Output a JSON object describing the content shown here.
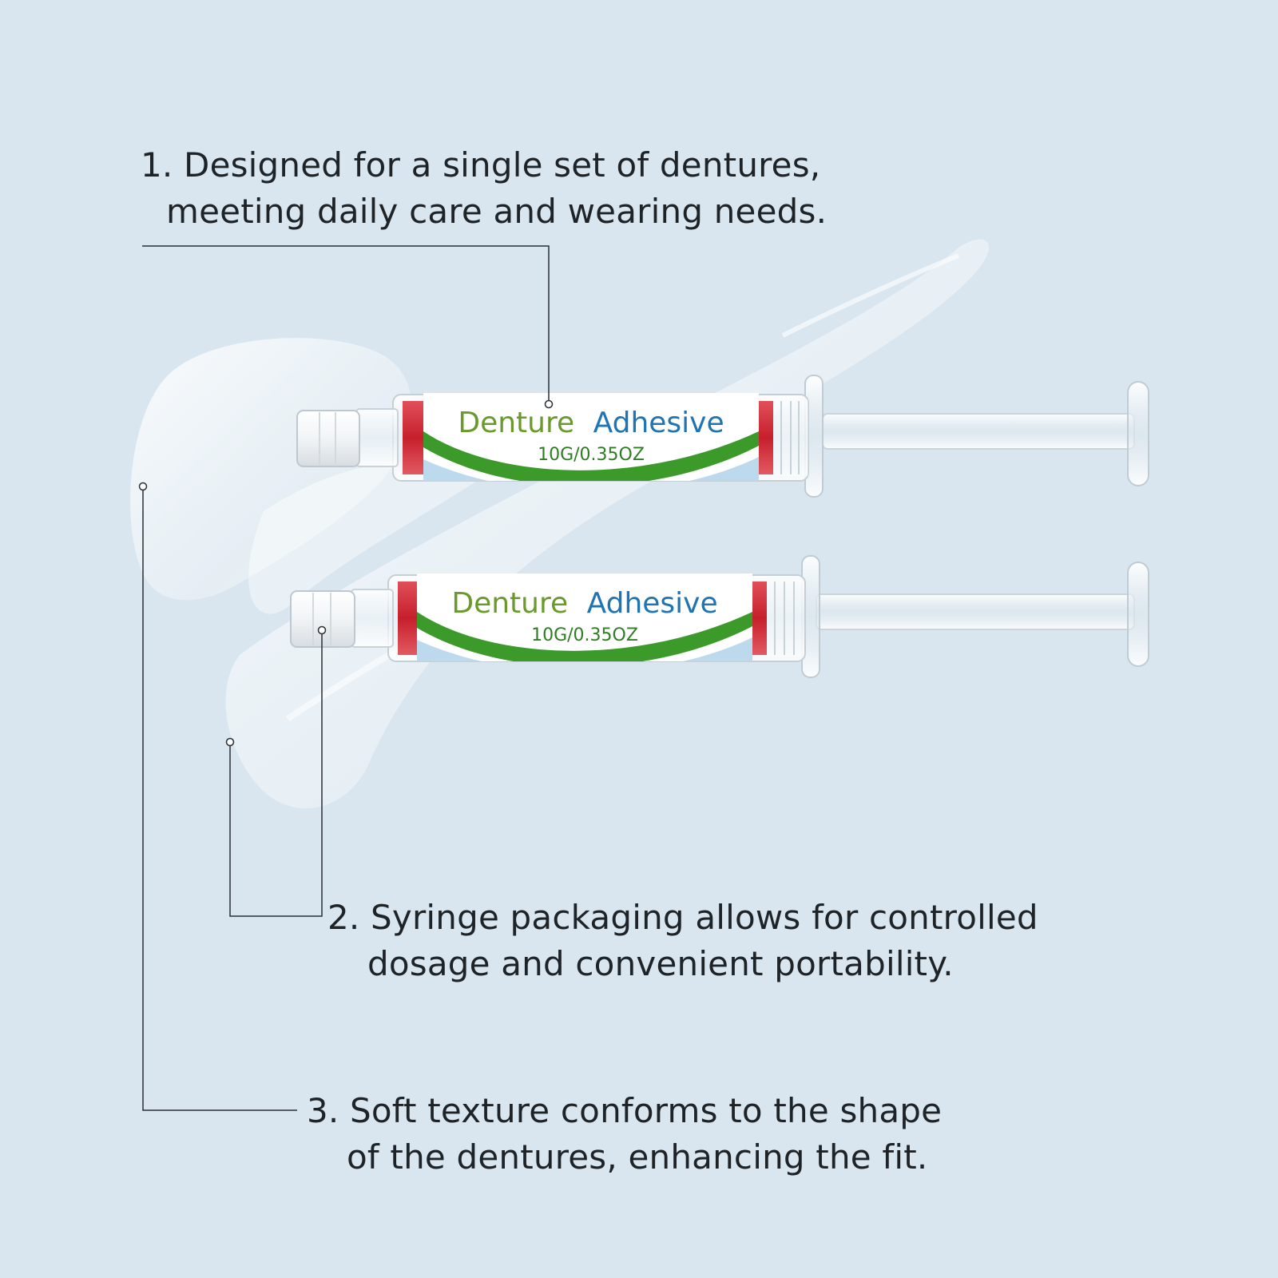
{
  "callouts": [
    {
      "lines": [
        "1. Designed for a single set of dentures,",
        "meeting daily care and wearing needs."
      ]
    },
    {
      "lines": [
        "2. Syringe packaging allows for controlled",
        "dosage and convenient portability."
      ]
    },
    {
      "lines": [
        "3. Soft texture conforms to the shape",
        "of the dentures, enhancing the fit."
      ]
    }
  ],
  "product": {
    "brand_word_1": "Denture",
    "brand_word_2": "Adhesive",
    "weight": "10G/0.35OZ"
  },
  "colors": {
    "background": "#d9e6ef",
    "brand_green": "#6a9a2c",
    "brand_blue": "#1f74b4",
    "label_swoosh_green": "#3b9a2a",
    "label_swoosh_blue": "#bcd9ee",
    "gel_red": "#c61f2c",
    "leader_line": "#2a2f35"
  }
}
